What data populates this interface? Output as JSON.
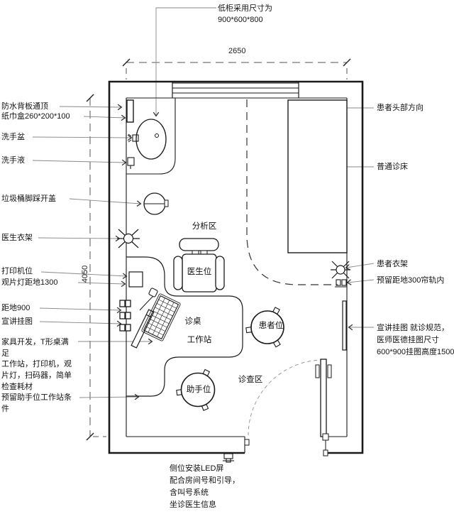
{
  "plan": {
    "title_note": {
      "line1": "低柜采用尺寸为",
      "line2": "900*600*800"
    },
    "dimensions": {
      "width_mm": "2650",
      "height_mm": "4050"
    },
    "colors": {
      "ink": "#1a1a1a",
      "background": "#ffffff",
      "leader": "#777777"
    },
    "left_annotations": [
      {
        "text": "防水背板通顶"
      },
      {
        "text": "纸巾盒260*200*100"
      },
      {
        "text": "洗手盆"
      },
      {
        "text": "洗手液"
      },
      {
        "text": "垃圾桶脚踩开盖"
      },
      {
        "text": "医生衣架"
      },
      {
        "text": "打印机位"
      },
      {
        "text": "观片灯距地1300"
      },
      {
        "text": "距地900"
      },
      {
        "text": "宣讲挂图"
      },
      {
        "text": "家具开发，T形桌满足"
      },
      {
        "text": "工作站，打印机，观片灯，扫码器，简单检查耗材"
      },
      {
        "text": "预留助手位工作站条件"
      }
    ],
    "right_annotations": [
      {
        "text": "患者头部方向"
      },
      {
        "text": "普通诊床"
      },
      {
        "text": "患者衣架"
      },
      {
        "text": "预留距地300帘轨内"
      },
      {
        "text": "宣讲挂图 就诊规范，医师医德挂图尺寸600*900挂图高度1500"
      }
    ],
    "zones": {
      "analysis": "分析区",
      "doctor_seat": "医生位",
      "desk": "诊桌",
      "workstation": "工作站",
      "patient_seat": "患者位",
      "assistant_seat": "助手位",
      "exam_zone": "诊查区"
    },
    "bottom_note": {
      "line1": "侧位安装LED屏",
      "line2": "配合房间号和引导，",
      "line3": "含叫号系统",
      "line4": "坐诊医生信息"
    }
  }
}
